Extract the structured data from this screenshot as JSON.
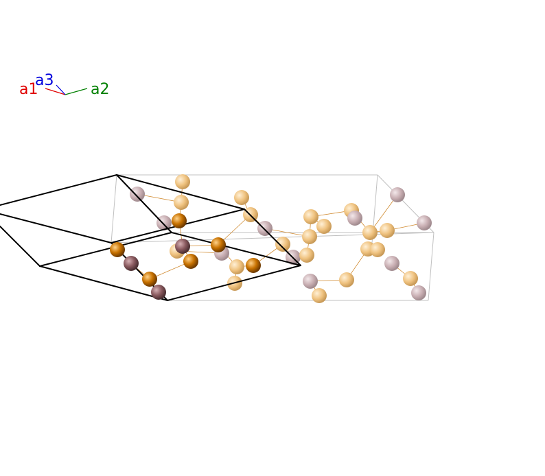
{
  "axes": {
    "a1": {
      "label": "a1",
      "color": "#e00000"
    },
    "a2": {
      "label": "a2",
      "color": "#008000"
    },
    "a3": {
      "label": "a3",
      "color": "#0000dd"
    }
  },
  "colors": {
    "background": "#ffffff",
    "primary_cell_edge": "#000000",
    "supercell_edge": "#c0c0c0",
    "bond": "#d08a30",
    "atom_orange": "#c87200",
    "atom_orange_faded": "#efc27f",
    "atom_mauve": "#8a5a5f",
    "atom_mauve_faded": "#c8aeb2"
  },
  "atom_types": [
    "orange",
    "mauve"
  ]
}
